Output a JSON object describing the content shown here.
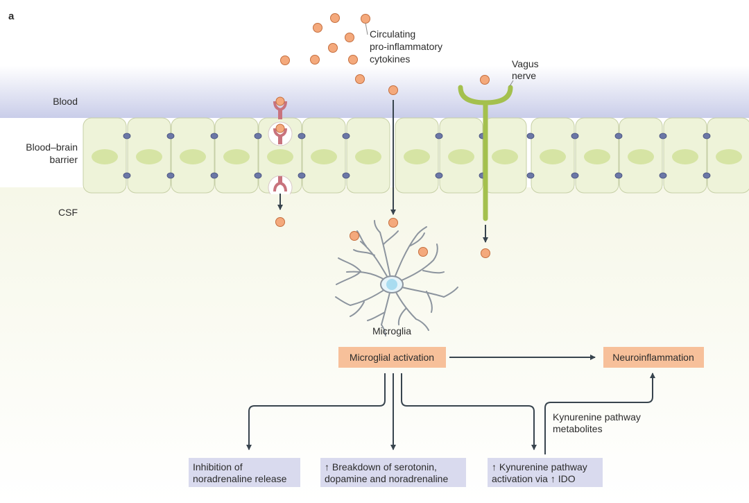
{
  "panel_label": "a",
  "regions": {
    "blood": "Blood",
    "bbb_line1": "Blood–brain",
    "bbb_line2": "barrier",
    "csf": "CSF"
  },
  "cytokine_label": [
    "Circulating",
    "pro-inflammatory",
    "cytokines"
  ],
  "vagus_label": [
    "Vagus",
    "nerve"
  ],
  "microglia_label": "Microglia",
  "boxes": {
    "activation": "Microglial activation",
    "neuroinflammation": "Neuroinflammation",
    "inhibition": [
      "Inhibition of",
      "noradrenaline release"
    ],
    "breakdown": [
      "↑ Breakdown of serotonin,",
      "dopamine and noradrenaline"
    ],
    "kynurenine": [
      "↑ Kynurenine pathway",
      "activation via ↑ IDO"
    ]
  },
  "metabolites_label": [
    "Kynurenine pathway",
    "metabolites"
  ],
  "colors": {
    "cytokine": "#f4a97c",
    "cell_fill": "#eef3d9",
    "nucleus": "#d6e4a4",
    "vagus": "#a4c04e",
    "receptor": "#c8737d",
    "orange_box": "#f7c09a",
    "lavender_box": "#d9daee",
    "arrow": "#38444e",
    "blood_band": "#cdd0ea",
    "microglia_soma": "#a9dcf0"
  }
}
